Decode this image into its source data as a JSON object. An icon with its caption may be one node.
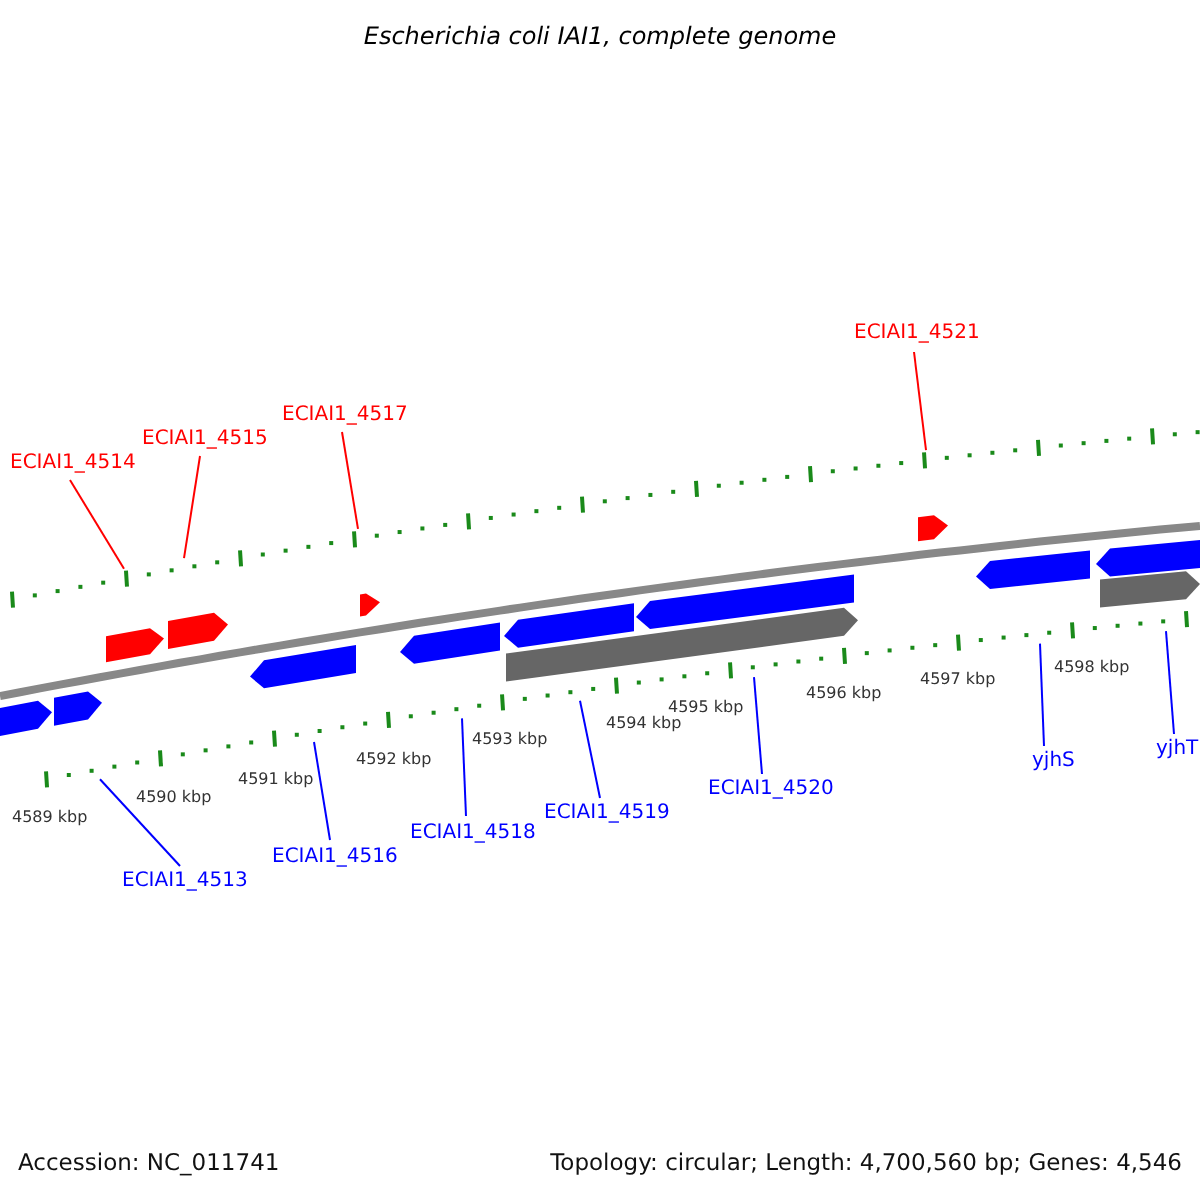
{
  "diagram": {
    "title": "Escherichia coli IAI1, complete genome",
    "nodes": [
      {
        "text": [
          "ECIAI1_4514"
        ]
      },
      {
        "text": [
          "ECIAI1_4515"
        ]
      },
      {
        "text": [
          "ECIAI1_4517"
        ]
      },
      {
        "text": [
          "ECIAI1_4521"
        ]
      },
      {
        "text": [
          "ECIAI1_4513"
        ]
      },
      {
        "text": [
          "ECIAI1_4516"
        ]
      },
      {
        "text": [
          "ECIAI1_4518"
        ]
      },
      {
        "text": [
          "ECIAI1_4519"
        ]
      },
      {
        "text": [
          "ECIAI1_4520"
        ]
      },
      {
        "text": [
          "yjhS"
        ]
      },
      {
        "text": [
          "yjhT"
        ]
      }
    ],
    "edges": [
      {
        "from": 0,
        "to": null,
        "arrow": "none",
        "color": "#ff0000"
      },
      {
        "from": 1,
        "to": null,
        "arrow": "none",
        "color": "#ff0000"
      },
      {
        "from": 2,
        "to": null,
        "arrow": "none",
        "color": "#ff0000"
      },
      {
        "from": 3,
        "to": null,
        "arrow": "none",
        "color": "#ff0000"
      },
      {
        "from": 4,
        "to": null,
        "arrow": "none"
      },
      {
        "from": 5,
        "to": null,
        "arrow": "none"
      },
      {
        "from": 6,
        "to": null,
        "arrow": "none"
      },
      {
        "from": 7,
        "to": null,
        "arrow": "none"
      },
      {
        "from": 8,
        "to": null,
        "arrow": "none"
      },
      {
        "from": 9,
        "to": null,
        "arrow": "none"
      },
      {
        "from": 10,
        "to": null,
        "arrow": "none"
      }
    ],
    "labels": [
      "4589 kbp",
      "4590 kbp",
      "4591 kbp",
      "4592 kbp",
      "4593 kbp",
      "4594 kbp",
      "4595 kbp",
      "4596 kbp",
      "4597 kbp",
      "4598 kbp",
      "Accession: NC_011741",
      "Topology: circular; Length: 4,700,560 bp; Genes: 4,546"
    ]
  }
}
